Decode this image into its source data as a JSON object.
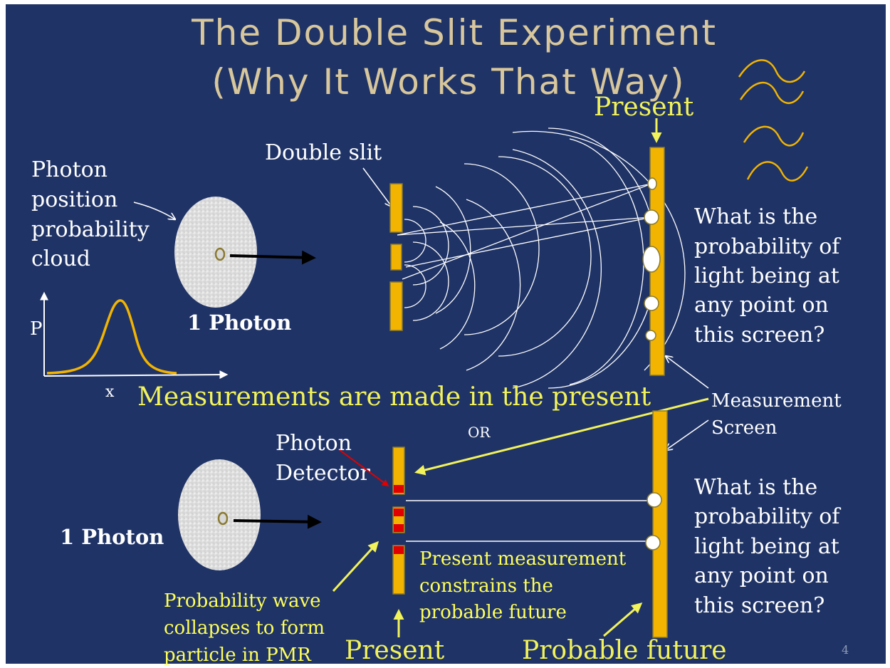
{
  "slide": {
    "title_line1": "The Double Slit Experiment",
    "title_line2": "(Why It Works That Way)",
    "page_number": "4"
  },
  "top": {
    "cloud_label": [
      "Photon",
      "position",
      "probability",
      "cloud"
    ],
    "photon_label": "1 Photon",
    "slit_label": "Double slit",
    "present_label": "Present",
    "graph_y_label": "P",
    "graph_x_label": "x",
    "question": [
      "What is the",
      "probability of",
      "light being at",
      "any point on",
      "this screen?"
    ]
  },
  "middle": {
    "measurements_text": "Measurements are made in the present",
    "or_label": "OR",
    "screen_label": [
      "Measurement",
      "Screen"
    ]
  },
  "bottom": {
    "detector_label": [
      "Photon",
      "Detector"
    ],
    "photon_label": "1 Photon",
    "constrain_text": [
      "Present measurement",
      "constrains the",
      "probable future"
    ],
    "collapse_text": [
      "Probability wave",
      "collapses to form",
      "particle in PMR"
    ],
    "present_label": "Present",
    "future_label": "Probable future",
    "question": [
      "What is the",
      "probability of",
      "light being at",
      "any point on",
      "this screen?"
    ]
  },
  "colors": {
    "background": "#1f3366",
    "slit_fill": "#f2b400",
    "title_text": "#d8c79c",
    "yellow_text": "#f2f25a",
    "detector_red": "#e00000",
    "curve": "#f2b400"
  }
}
